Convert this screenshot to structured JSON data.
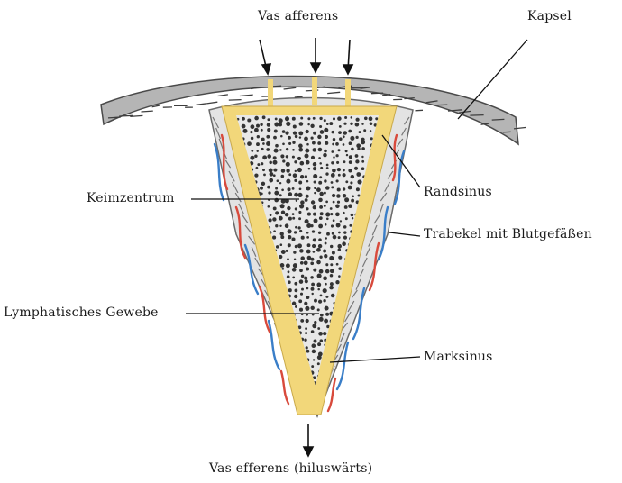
{
  "labels": {
    "vas_afferens": "Vas afferens",
    "kapsel": "Kapsel",
    "randsinus": "Randsinus",
    "keimzentrum": "Keimzentrum",
    "trabekel": "Trabekel mit Blutgefäßen",
    "lymphatisches_gewebe": "Lymphatisches Gewebe",
    "marksinus": "Marksinus",
    "vas_efferens": "Vas efferens (hiluswärts)"
  },
  "colors": {
    "sinus": "#f2d77a",
    "capsule": "#9a9a9a",
    "capsule_dark": "#5a5a5a",
    "tissue_bg": "#d9d9d9",
    "dots": "#3a3a3a",
    "artery": "#d84a3c",
    "vein": "#3a7ec8"
  }
}
